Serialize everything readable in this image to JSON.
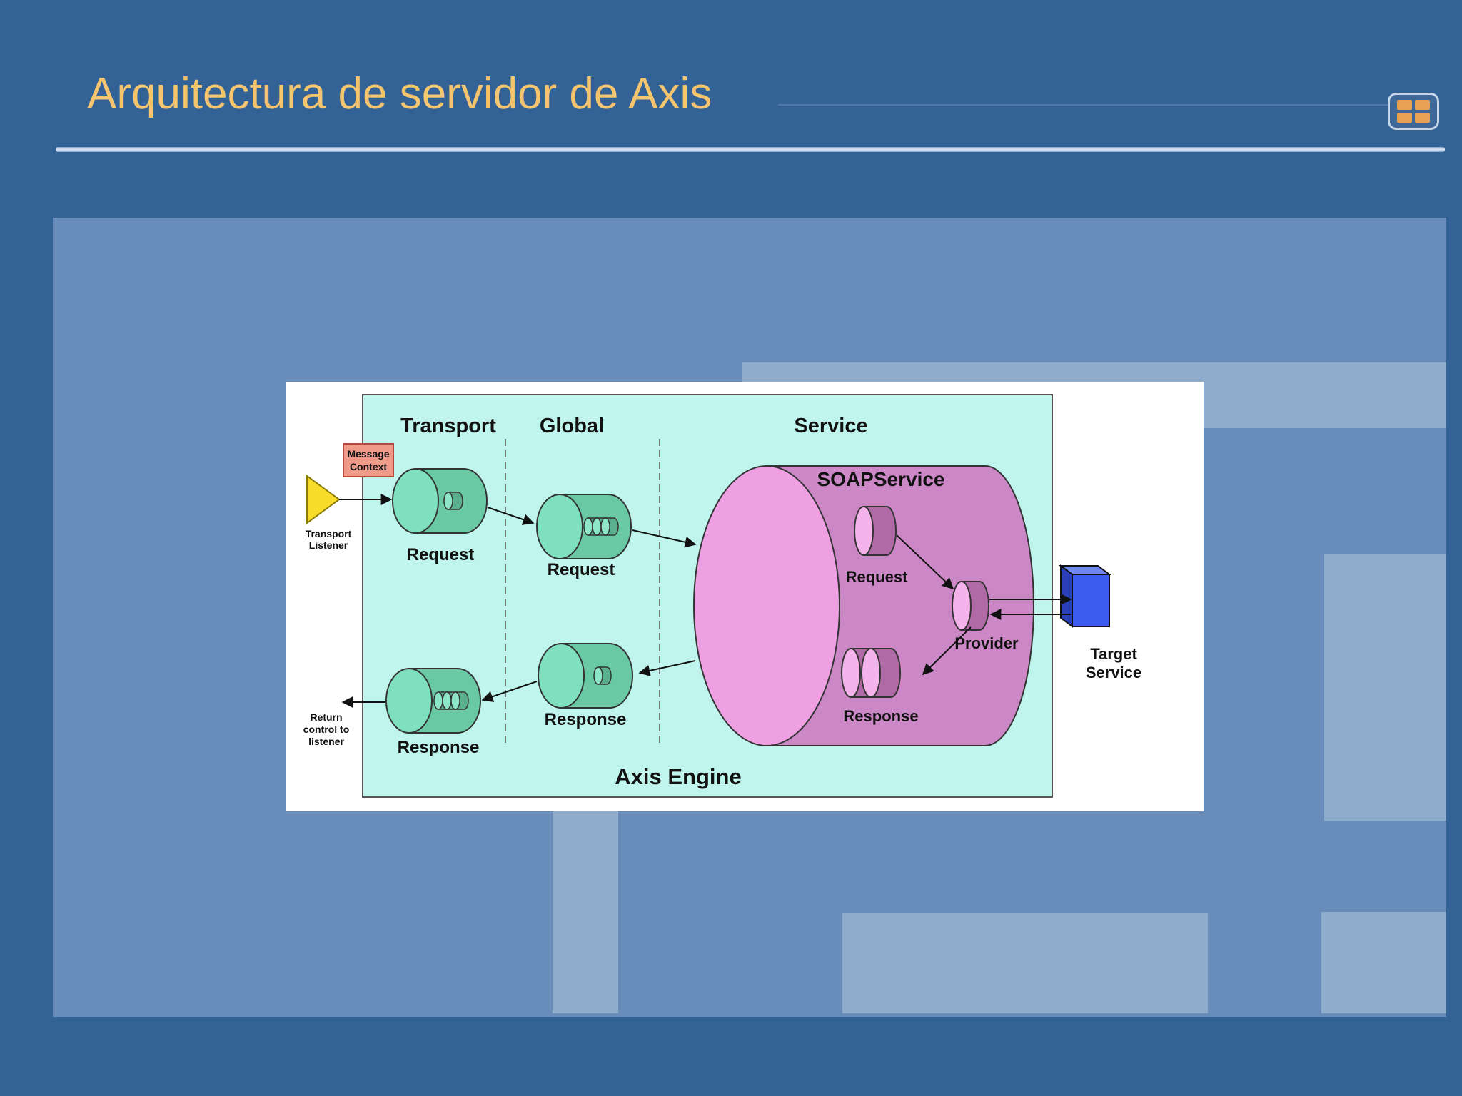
{
  "slide": {
    "title": "Arquitectura de servidor de Axis",
    "nav_icon": "grid-icon"
  },
  "diagram": {
    "headers": {
      "transport": "Transport",
      "global": "Global",
      "service": "Service"
    },
    "message_context": [
      "Message",
      "Context"
    ],
    "transport_listener": [
      "Transport",
      "Listener"
    ],
    "return_control": [
      "Return",
      "control to",
      "listener"
    ],
    "transport_request": "Request",
    "global_request": "Request",
    "global_response": "Response",
    "transport_response": "Response",
    "soap_service": "SOAPService",
    "service_request": "Request",
    "service_response": "Response",
    "provider": "Provider",
    "target_service": [
      "Target",
      "Service"
    ],
    "engine": "Axis Engine"
  },
  "colors": {
    "background": "#336396",
    "title": "#f4c46e",
    "engine_fill": "#bff5ec",
    "handler_green": "#6fd9b6",
    "soap_pink": "#cc88c6",
    "target_blue": "#3c5cf0",
    "listener_yellow": "#f7dc2a"
  }
}
